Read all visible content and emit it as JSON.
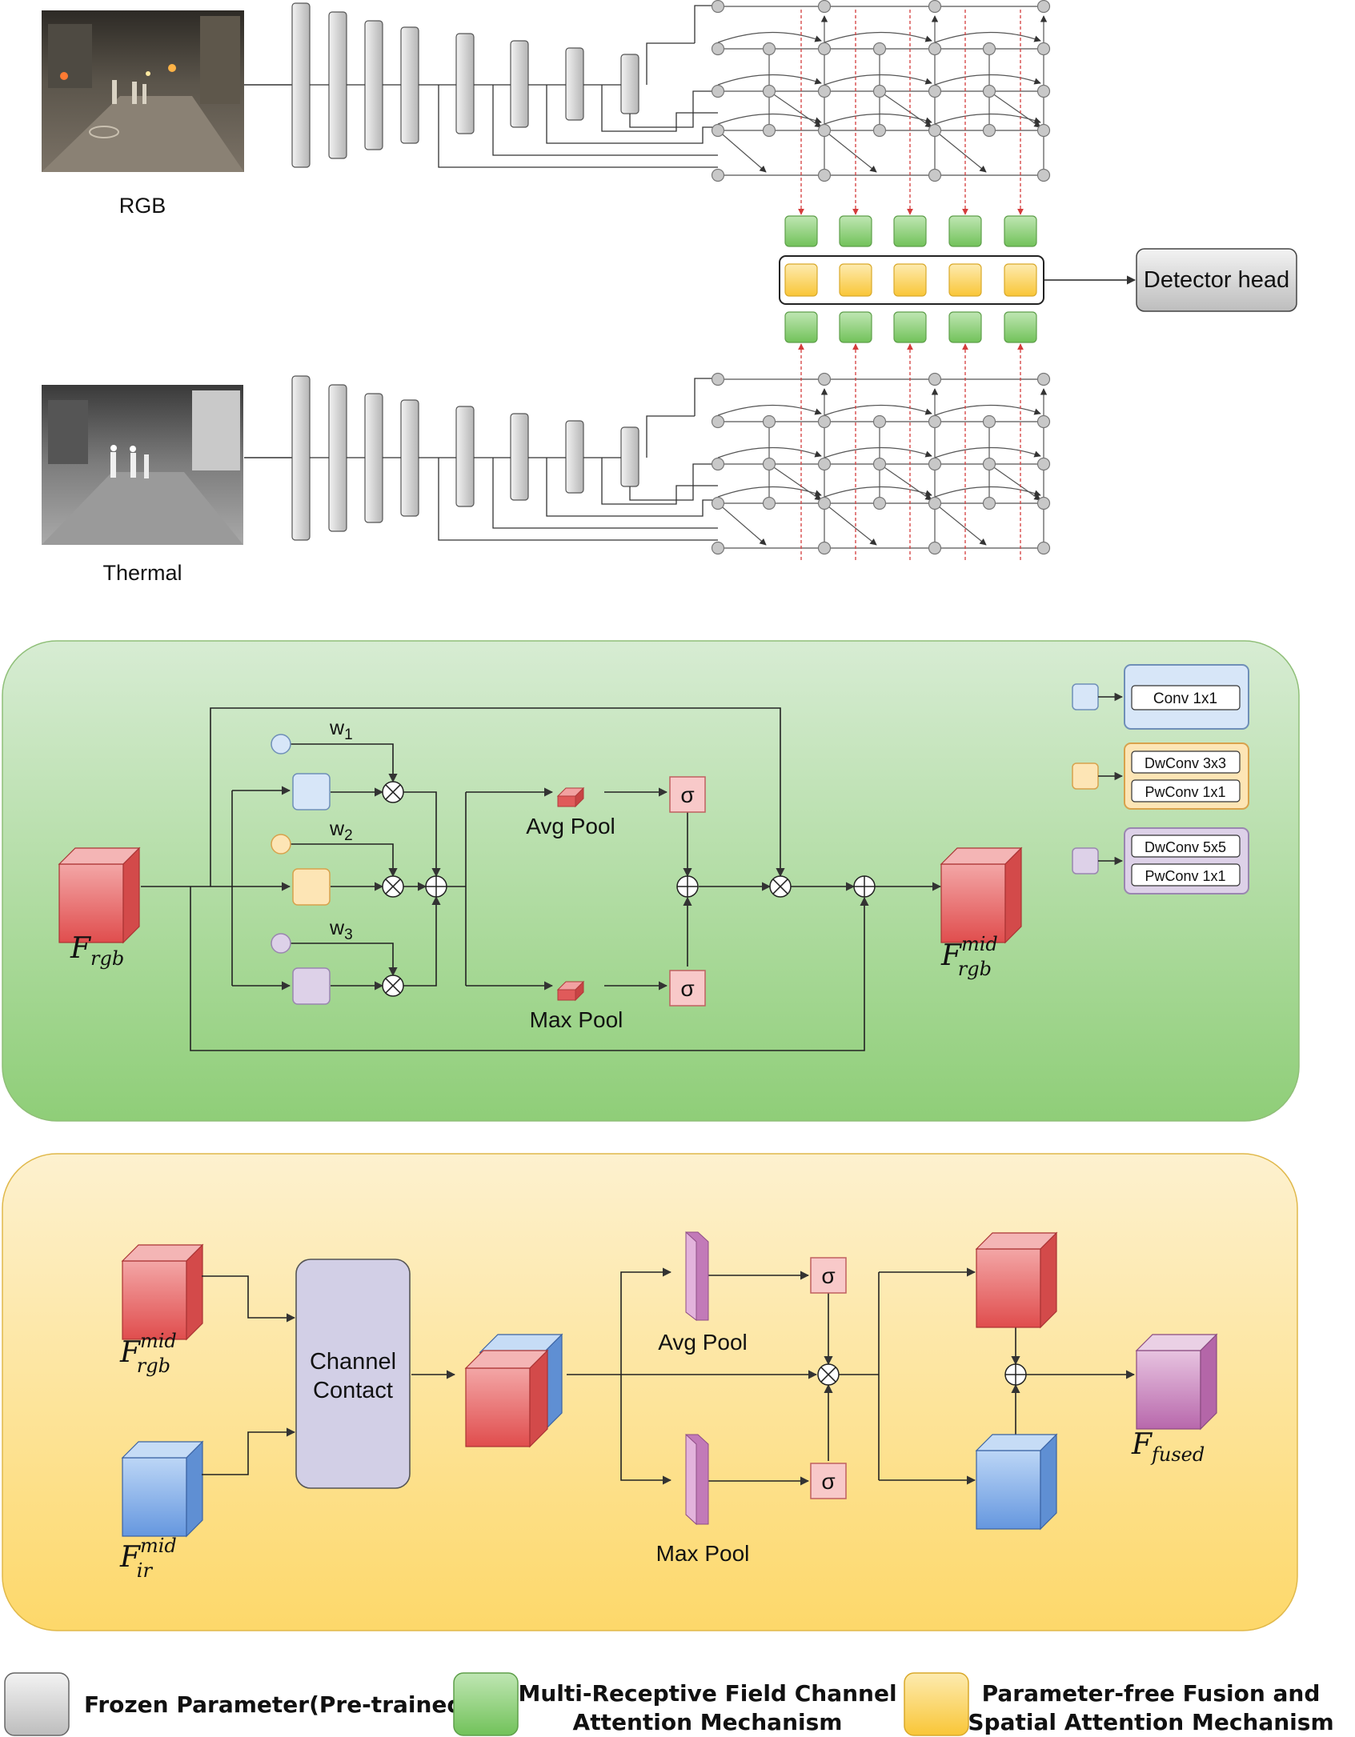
{
  "top": {
    "rgb_label": "RGB",
    "thermal_label": "Thermal",
    "detector_head": "Detector head"
  },
  "mrfca": {
    "w1": "w",
    "w1_sub": "1",
    "w2": "w",
    "w2_sub": "2",
    "w3": "w",
    "w3_sub": "3",
    "avg_pool": "Avg Pool",
    "max_pool": "Max Pool",
    "sigma": "σ",
    "input_main": "F",
    "input_sub": "rgb",
    "output_main": "F",
    "output_sup": "mid",
    "output_sub": "rgb",
    "key_conv1": "Conv 1x1",
    "key_dw3": "DwConv 3x3",
    "key_pw1_a": "PwConv 1x1",
    "key_dw5": "DwConv 5x5",
    "key_pw1_b": "PwConv 1x1"
  },
  "fusion": {
    "in_rgb_main": "F",
    "in_rgb_sup": "mid",
    "in_rgb_sub": "rgb",
    "in_ir_main": "F",
    "in_ir_sup": "mid",
    "in_ir_sub": "ir",
    "channel_line1": "Channel",
    "channel_line2": "Contact",
    "avg_pool": "Avg Pool",
    "max_pool": "Max Pool",
    "sigma": "σ",
    "out_main": "F",
    "out_sub": "fused"
  },
  "legend": {
    "frozen": "Frozen Parameter(Pre-trained)",
    "mrfca_line1": "Multi-Receptive Field Channel",
    "mrfca_line2": "Attention Mechanism",
    "pfsa_line1": "Parameter-free Fusion and",
    "pfsa_line2": "Spatial Attention Mechanism"
  },
  "colors": {
    "green_panel": "#a9d99a",
    "yellow_panel": "#fde08a",
    "red_cube": "#e05a5a",
    "blue_cube": "#6f9fe0",
    "purple_cube": "#c07ab8",
    "sigma_box": "#f8c9c9"
  }
}
